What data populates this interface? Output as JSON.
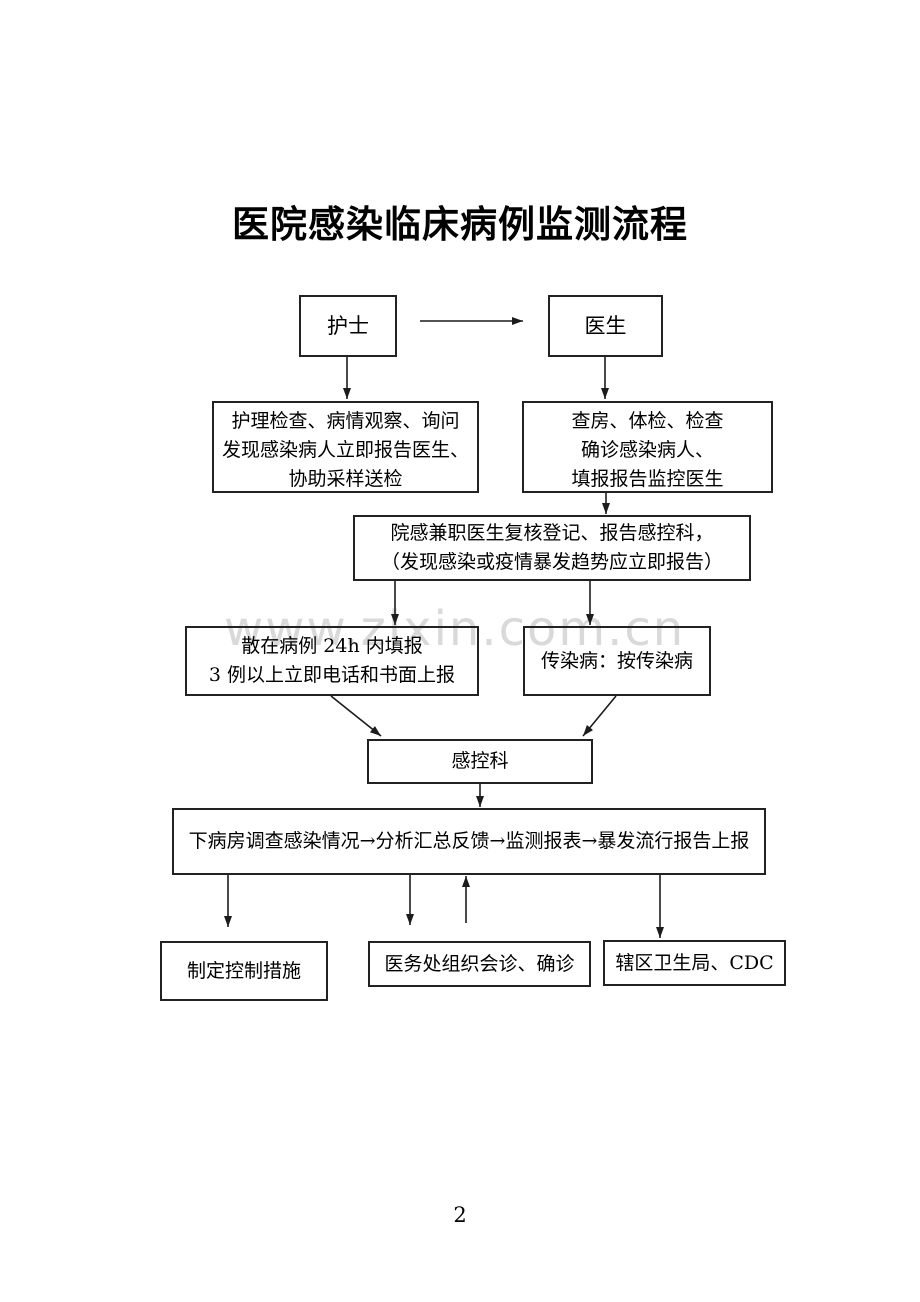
{
  "page": {
    "title": "医院感染临床病例监测流程",
    "watermark": "www.zixin.com.cn",
    "page_number": "2"
  },
  "flow": {
    "nurse": {
      "label": "护士"
    },
    "doctor": {
      "label": "医生"
    },
    "nurse_duty": {
      "lines": [
        "护理检查、病情观察、询问",
        "发现感染病人立即报告医生、",
        "协助采样送检"
      ]
    },
    "doctor_duty": {
      "lines": [
        "查房、体检、检查",
        "确诊感染病人、",
        "填报报告监控医生"
      ]
    },
    "review": {
      "lines": [
        "院感兼职医生复核登记、报告感控科，",
        "（发现感染或疫情暴发趋势应立即报告）"
      ]
    },
    "sporadic": {
      "lines": [
        "散在病例 24h 内填报",
        "3 例以上立即电话和书面上报"
      ]
    },
    "infectious": {
      "label": "传染病：按传染病"
    },
    "control_dept": {
      "label": "感控科"
    },
    "process": {
      "label": "下病房调查感染情况→分析汇总反馈→监测报表→暴发流行报告上报"
    },
    "measures": {
      "label": "制定控制措施"
    },
    "medical_affairs": {
      "label": "医务处组织会诊、确诊"
    },
    "health_bureau": {
      "label": "辖区卫生局、CDC"
    }
  }
}
